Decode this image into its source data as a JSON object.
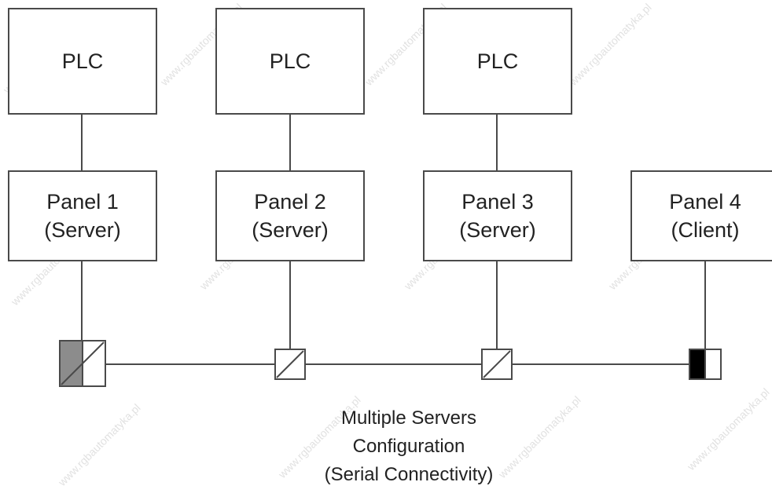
{
  "diagram": {
    "plcs": [
      {
        "label": "PLC"
      },
      {
        "label": "PLC"
      },
      {
        "label": "PLC"
      }
    ],
    "panels": [
      {
        "name": "Panel 1",
        "role": "(Server)"
      },
      {
        "name": "Panel 2",
        "role": "(Server)"
      },
      {
        "name": "Panel 3",
        "role": "(Server)"
      },
      {
        "name": "Panel 4",
        "role": "(Client)"
      }
    ],
    "caption": {
      "line1": "Multiple Servers",
      "line2": "Configuration",
      "line3": "(Serial Connectivity)"
    },
    "watermark": "www.rgbautomatyka.pl",
    "colors": {
      "line": "#4a4a4a",
      "text": "#222222",
      "gray_converter": "#8c8c8c",
      "black_converter": "#000000"
    }
  }
}
